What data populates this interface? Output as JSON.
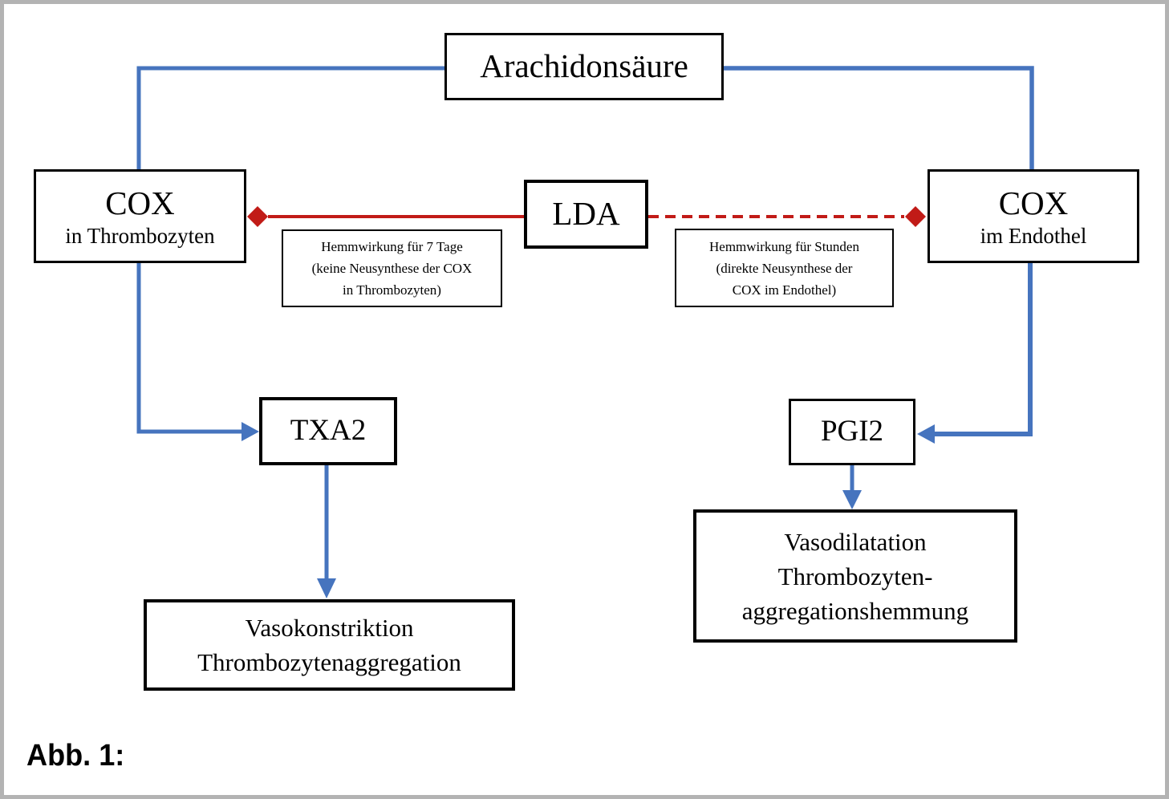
{
  "figure": {
    "caption": "Abb. 1:",
    "type": "flow-diagram"
  },
  "colors": {
    "arrow_blue": "#4674be",
    "inhibit_red": "#c11b17",
    "box_border": "#000000",
    "frame_gray": "#b3b3b3",
    "background": "#ffffff"
  },
  "nodes": {
    "arachidonsaeure": {
      "label": "Arachidonsäure"
    },
    "cox_thrombozyten": {
      "title": "COX",
      "subtitle": "in Thrombozyten"
    },
    "lda": {
      "label": "LDA"
    },
    "note_left": {
      "line1": "Hemmwirkung für 7 Tage",
      "line2": "(keine Neusynthese der COX",
      "line3": "in Thrombozyten)"
    },
    "note_right": {
      "line1": "Hemmwirkung für Stunden",
      "line2": "(direkte Neusynthese der",
      "line3": "COX im Endothel)"
    },
    "cox_endothel": {
      "title": "COX",
      "subtitle": "im Endothel"
    },
    "txa2": {
      "label": "TXA2"
    },
    "pgi2": {
      "label": "PGI2"
    },
    "vasokonstriktion": {
      "line1": "Vasokonstriktion",
      "line2": "Thrombozytenaggregation"
    },
    "vasodilatation": {
      "line1": "Vasodilatation",
      "line2": "Thrombozyten-",
      "line3": "aggregationshemmung"
    }
  },
  "edges": {
    "arachidonsaeure_to_cox_thrombozyten": "blue solid elbow",
    "arachidonsaeure_to_cox_endothel": "blue solid elbow",
    "cox_thrombozyten_to_txa2": "blue solid elbow arrow",
    "cox_endothel_to_pgi2": "blue solid elbow arrow",
    "txa2_to_vasokonstriktion": "blue solid arrow",
    "pgi2_to_vasodilatation": "blue solid arrow",
    "lda_inhibits_cox_thrombozyten": "red solid diamond-end",
    "lda_inhibits_cox_endothel": "red dashed diamond-end"
  }
}
